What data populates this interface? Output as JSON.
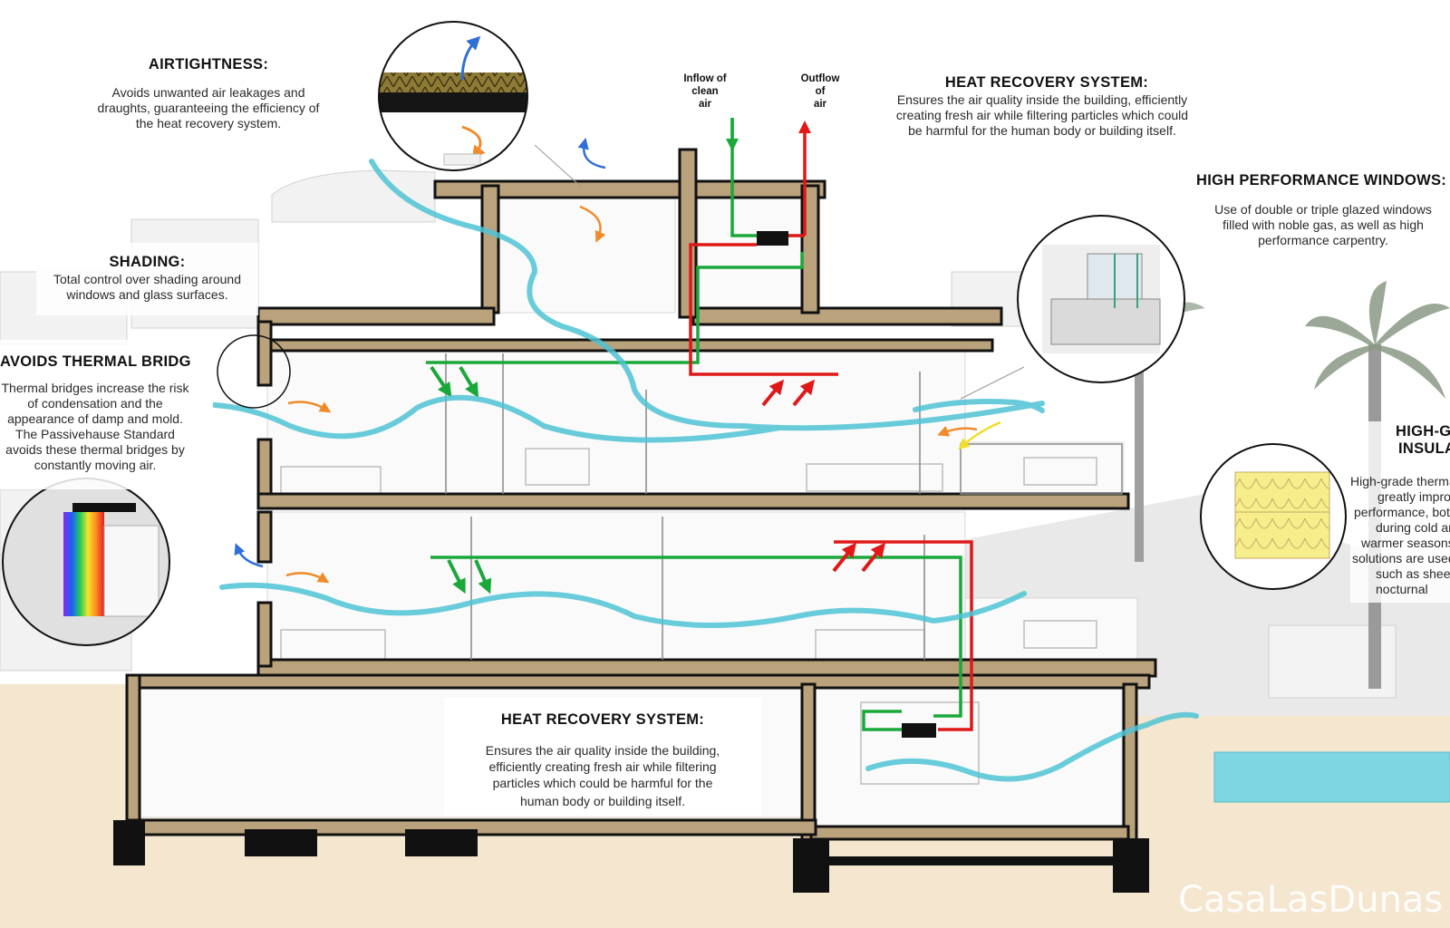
{
  "airtightness": {
    "title": "AIRTIGHTNESS:",
    "lines": [
      "Avoids unwanted air leakages and",
      "draughts, guaranteeing the efficiency of",
      "the heat recovery system."
    ]
  },
  "heat_recovery_top": {
    "title": "HEAT RECOVERY SYSTEM:",
    "lines": [
      "Ensures the air quality inside the building, efficiently",
      "creating fresh air while filtering particles which could",
      "be harmful for the human body or building itself."
    ]
  },
  "windows": {
    "title": "HIGH PERFORMANCE WINDOWS:",
    "lines": [
      "Use of double or triple glazed windows",
      "filled with noble gas, as well as high",
      "performance carpentry."
    ]
  },
  "shading": {
    "title": "SHADING:",
    "lines": [
      "Total control over shading around",
      "windows and glass surfaces."
    ]
  },
  "thermal_bridges": {
    "title": "AVOIDS THERMAL BRIDGES:",
    "lines": [
      "Thermal bridges increase the risk",
      "of condensation and the",
      "appearance of damp and mold.",
      "The Passivehause Standard",
      "avoids these thermal bridges by",
      "constantly moving air."
    ]
  },
  "insulation": {
    "title_lines": [
      "HIGH-GRADE",
      "INSULATION:"
    ],
    "lines": [
      "High-grade thermal",
      "greatly improves",
      "performance, both",
      "during cold and",
      "warmer seasons;",
      "solutions are used",
      "such as sheets",
      "nocturnal"
    ]
  },
  "heat_recovery_bottom": {
    "title": "HEAT RECOVERY SYSTEM:",
    "lines": [
      "Ensures the air quality inside the building,",
      "efficiently creating fresh air while filtering",
      "particles which could be harmful for the",
      "human body or building itself."
    ]
  },
  "flow_labels": {
    "inflow": [
      "Inflow of",
      "clean",
      "air"
    ],
    "outflow": [
      "Outflow",
      "of",
      "air"
    ]
  },
  "watermark": "CasaLasDunas",
  "colors": {
    "fresh_air": "#1aa83a",
    "exhaust_air": "#e01818",
    "air_flow": "#4fc3d4",
    "wall": "#b9a27c",
    "ground": "#f4e6cf",
    "pool": "#7fd6e3",
    "arrow_blue": "#2f6fd6",
    "arrow_orange": "#f08a2a",
    "arrow_yellow": "#f2dd2a"
  }
}
